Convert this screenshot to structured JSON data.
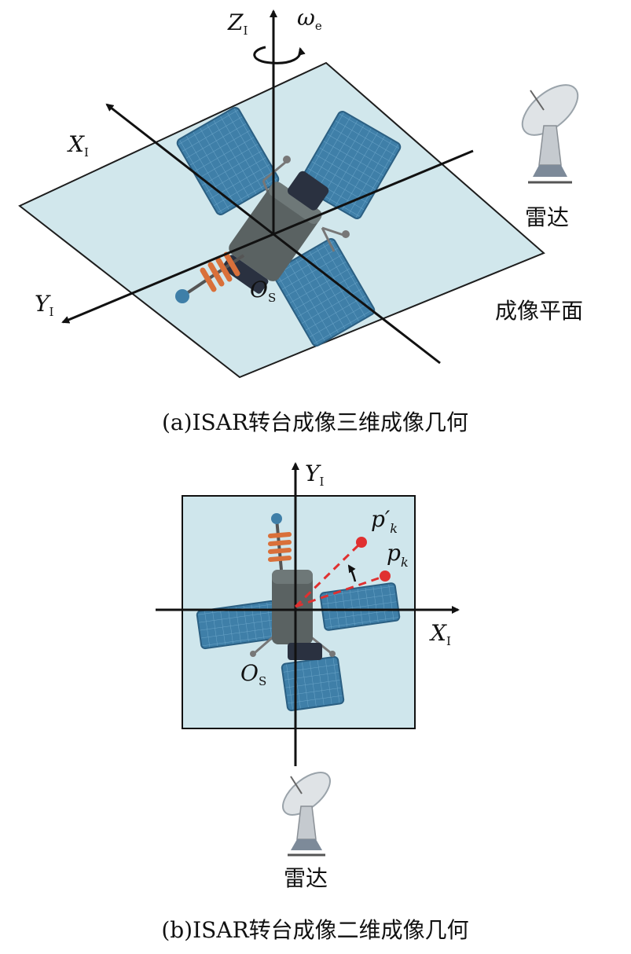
{
  "panel_a": {
    "axis_z": "Z",
    "axis_z_sub": "I",
    "omega": "ω",
    "omega_sub": "e",
    "axis_x": "X",
    "axis_x_sub": "I",
    "axis_y": "Y",
    "axis_y_sub": "I",
    "origin": "O",
    "origin_sub": "S",
    "radar_label": "雷达",
    "plane_label": "成像平面",
    "caption": "(a)ISAR转台成像三维成像几何"
  },
  "panel_b": {
    "axis_y": "Y",
    "axis_y_sub": "I",
    "axis_x": "X",
    "axis_x_sub": "I",
    "origin": "O",
    "origin_sub": "S",
    "point_pk_prime": "p′",
    "point_pk_prime_sub": "k",
    "point_pk": "p",
    "point_pk_sub": "k",
    "radar_label": "雷达",
    "caption": "(b)ISAR转台成像二维成像几何"
  },
  "colors": {
    "plane_fill": "#cfe6ec",
    "panel_blue": "#3f7fa8",
    "body_gray": "#555c5c",
    "coil_orange": "#d9703a",
    "point_red": "#e03030"
  },
  "icons": [
    "satellite-icon",
    "radar-dish-icon"
  ]
}
